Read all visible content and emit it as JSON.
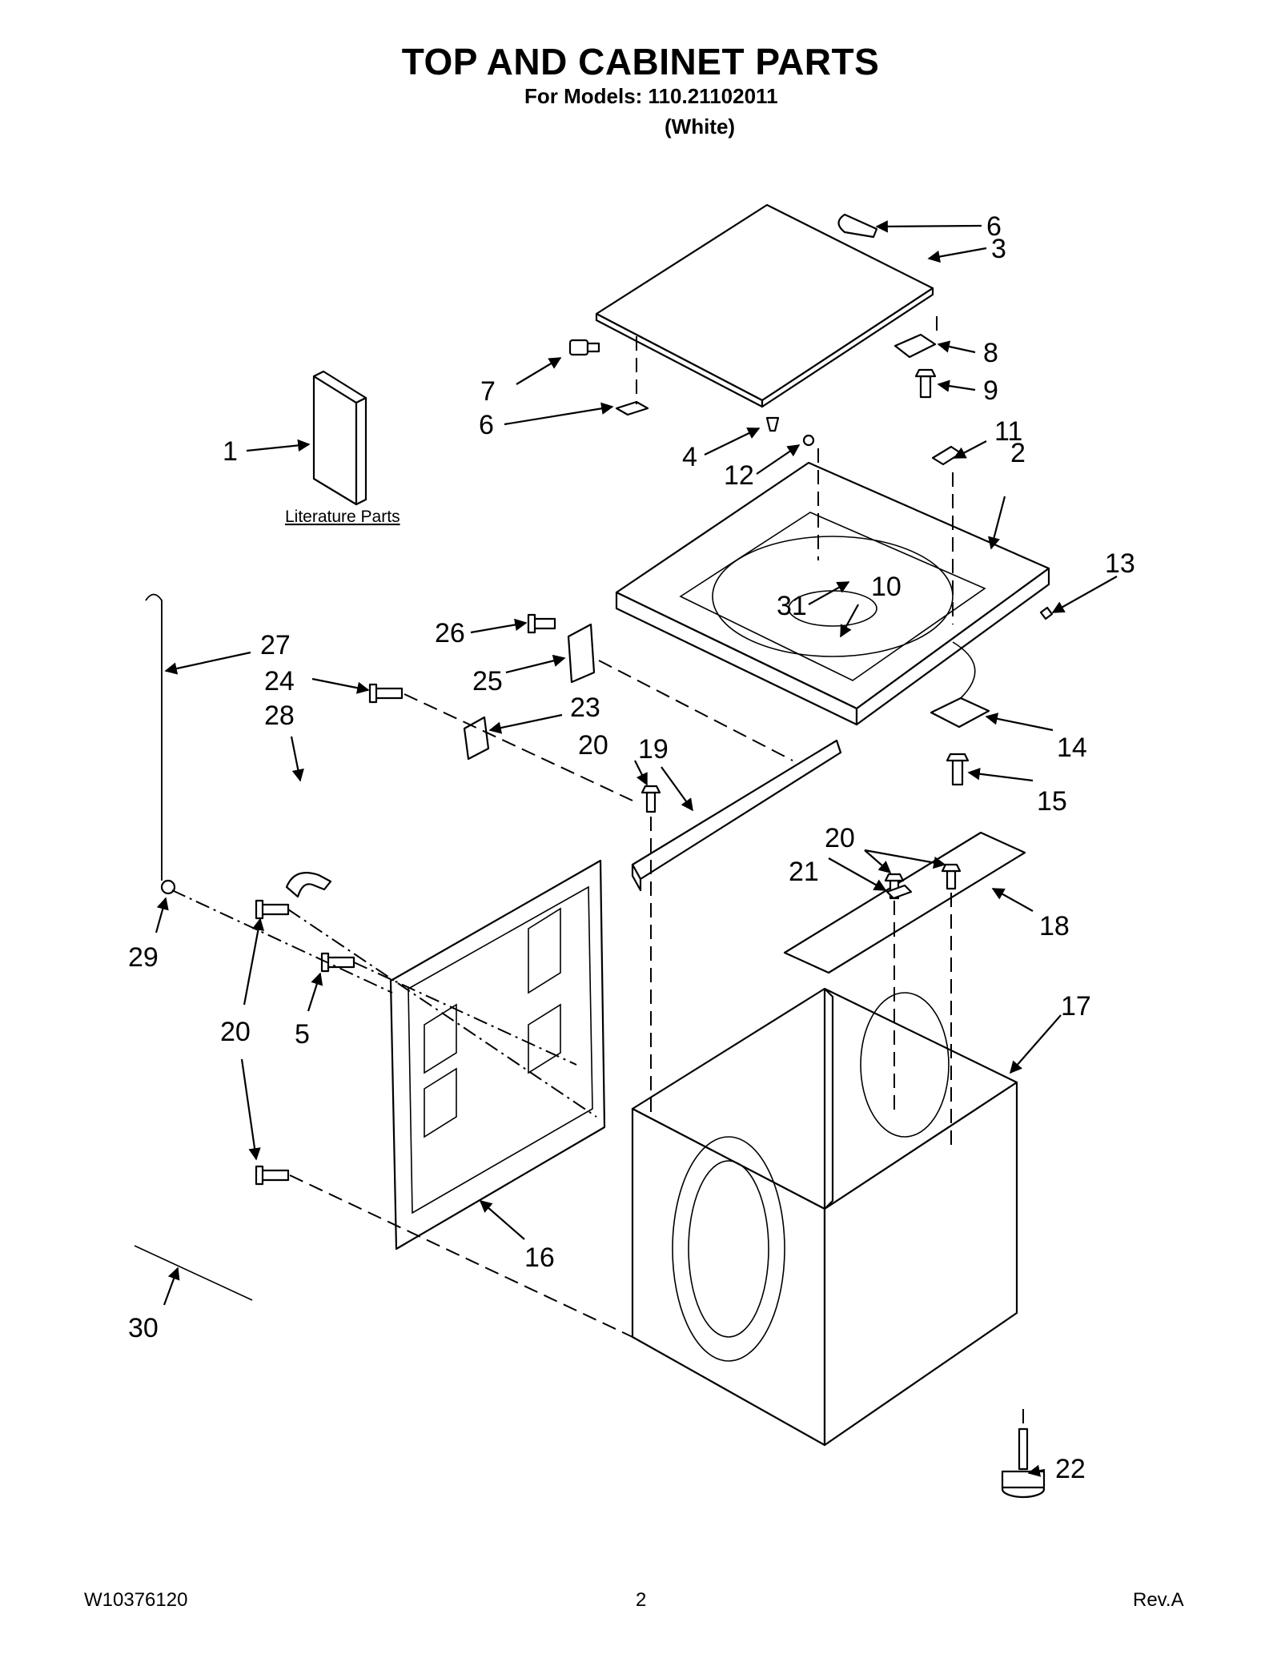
{
  "header": {
    "title": "TOP AND CABINET PARTS",
    "models_line": "For Models: 110.21102011",
    "color_line": "(White)"
  },
  "literature_label": "Literature Parts",
  "callouts": [
    "1",
    "2",
    "3",
    "4",
    "5",
    "6",
    "6",
    "7",
    "8",
    "9",
    "10",
    "11",
    "12",
    "13",
    "14",
    "15",
    "16",
    "17",
    "18",
    "19",
    "20",
    "20",
    "20",
    "21",
    "22",
    "23",
    "24",
    "25",
    "26",
    "27",
    "28",
    "29",
    "30",
    "31"
  ],
  "footer": {
    "doc_number": "W10376120",
    "page_number": "2",
    "revision": "Rev.A"
  }
}
